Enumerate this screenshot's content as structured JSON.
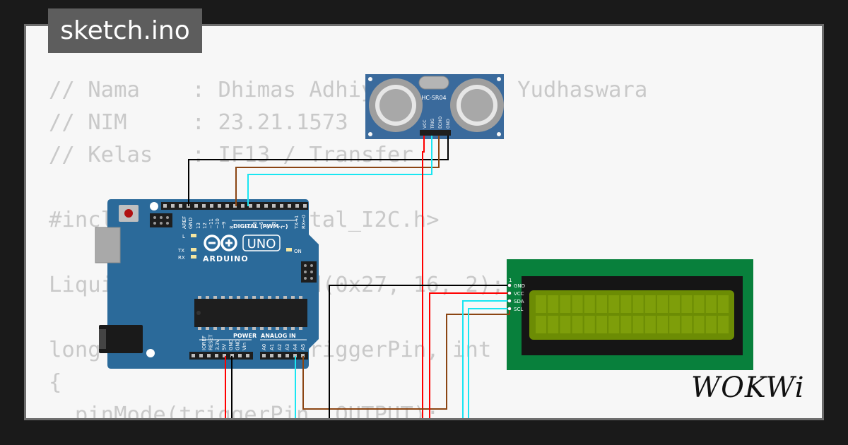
{
  "title_tag": "sketch.ino",
  "code_lines": [
    "// Nama    : Dhimas Adhiyaksa Ariza Yudhaswara",
    "// NIM     : 23.21.1573",
    "// Kelas   : IF13 / Transfer",
    "",
    "#include <LiquidCrystal_I2C.h>",
    "",
    "LiquidCrystal_I2C lcd(0x27, 16, 2);",
    "",
    "long bacaSuara(int triggerPin, int",
    "{",
    "  pinMode(triggerPin, OUTPUT);"
  ],
  "arduino": {
    "brand": "ARDUINO",
    "model": "UNO",
    "digital_label": "DIGITAL (PWM ~)",
    "aref": "AREF",
    "gnd": "GND",
    "digital_pins": [
      "13",
      "12",
      "~11",
      "~10",
      "~9",
      "8",
      "7",
      "~6",
      "~5",
      "4",
      "~3",
      "2",
      "TX→1",
      "RX←0"
    ],
    "power_label": "POWER",
    "power_pins": [
      "IOREF",
      "RESET",
      "3.3V",
      "5V",
      "GND",
      "GND",
      "Vin"
    ],
    "analog_label": "ANALOG IN",
    "analog_pins": [
      "A0",
      "A1",
      "A2",
      "A3",
      "A4",
      "A5"
    ],
    "led_l": "L",
    "led_tx": "TX",
    "led_rx": "RX",
    "led_on": "ON",
    "board_color": "#2b6a9a"
  },
  "sensor": {
    "name": "HC-SR04",
    "pins": [
      "VCC",
      "TRIG",
      "ECHO",
      "GND"
    ],
    "board_color": "#3a6a9c"
  },
  "lcd": {
    "pin_header": "1",
    "pins": [
      "GND",
      "VCC",
      "SDA",
      "SCL"
    ],
    "board_color": "#08803c",
    "screen_color": "#6c8c04"
  },
  "logo_text": "WOKWi",
  "wire_colors": {
    "gnd": "#000000",
    "vcc": "#ff0000",
    "trig": "#8b4513",
    "echo": "#19e6f2"
  }
}
